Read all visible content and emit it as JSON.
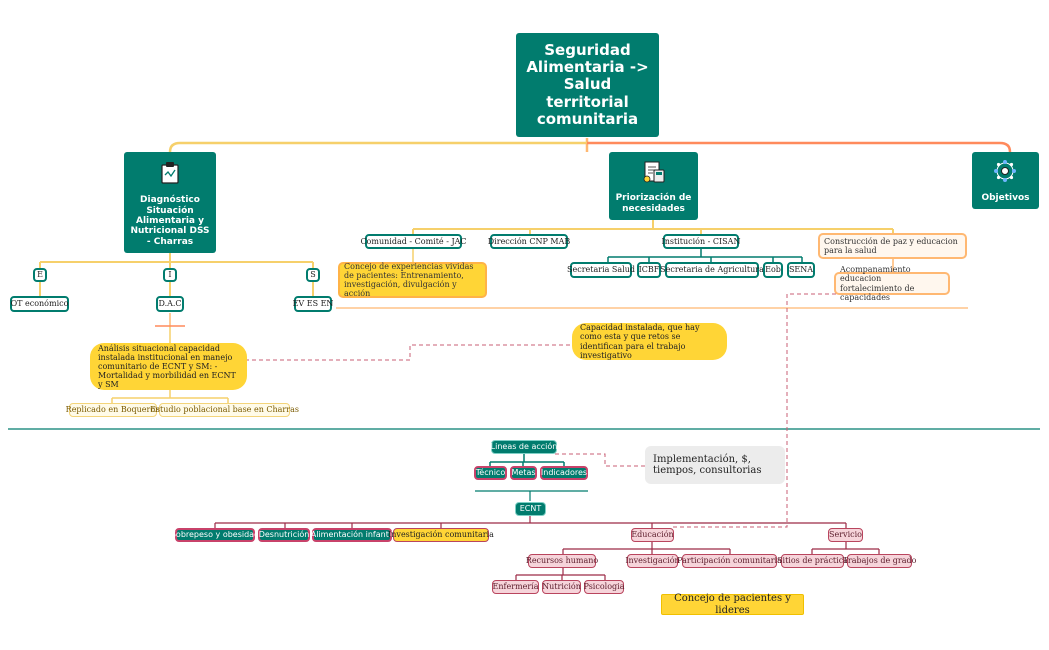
{
  "root": {
    "title": "Seguridad Alimentaria -> Salud territorial comunitaria"
  },
  "branches": {
    "diagnostico": {
      "title": "Diagnóstico Situación Alimentaria y Nutricional DSS - Charras",
      "icon": "clipboard-icon"
    },
    "priorizacion": {
      "title": "Priorización de necesidades",
      "icon": "calculator-document-icon"
    },
    "objetivos": {
      "title": "Objetivos",
      "icon": "network-icon"
    }
  },
  "diag_letters": [
    "E",
    "I",
    "S"
  ],
  "diag_children": [
    "OT económico",
    "D.A.C",
    "EV ES EN"
  ],
  "analisis": "Análisis situacional capacidad instalada institucional en manejo comunitario de ECNT y SM: - Mortalidad y morbilidad en ECNT y SM",
  "analisis_children": [
    "Replicado en Boqueron",
    "Estudio poblacional base en Charras"
  ],
  "prior_children": [
    "Comunidad - Comité - JAC",
    "Dirección CNP MAB",
    "Institución - CISAN",
    "Construcción de paz y educacion para la salud"
  ],
  "concejo_exp": "Concejo de experiencias vividas de pacientes: Entrenamiento, investigación, divulgación y acción",
  "cisan_children": [
    "Secretaria Salud",
    "ICBF",
    "Secretaria de Agricultura",
    "Eob",
    "SENA"
  ],
  "acompanamiento": "Acompanamiento educacion fortalecimiento de capacidades",
  "capacidad": "Capacidad instalada, que hay como esta y que retos se identifican para el trabajo investigativo",
  "lineas": {
    "title": "Lineas de acción",
    "children": [
      "Técnico",
      "Metas",
      "Indicadores"
    ]
  },
  "implementacion": "Implementación, $, tiempos, consultorias",
  "ecnt": {
    "title": "ECNT",
    "left": [
      "Sobrepeso y obesidad",
      "Desnutrición",
      "Alimentación infantil",
      "Investigación comunitaria"
    ],
    "educacion": {
      "title": "Educación",
      "children": [
        "Recursos humano",
        "Investigación",
        "Participación comunitaria"
      ],
      "rh": [
        "Enfermería",
        "Nutrición",
        "Psicologia"
      ]
    },
    "servicio": {
      "title": "Servicio",
      "children": [
        "Sitios de práctica",
        "Trabajos de grado"
      ]
    }
  },
  "concejo_lideres": "Concejo de pacientes y lideres",
  "colors": {
    "teal": "#017c6e",
    "yellow": "#ffd536",
    "orange": "#ff8a5c",
    "pink": "#f6d4da",
    "maroon": "#b9455e"
  }
}
